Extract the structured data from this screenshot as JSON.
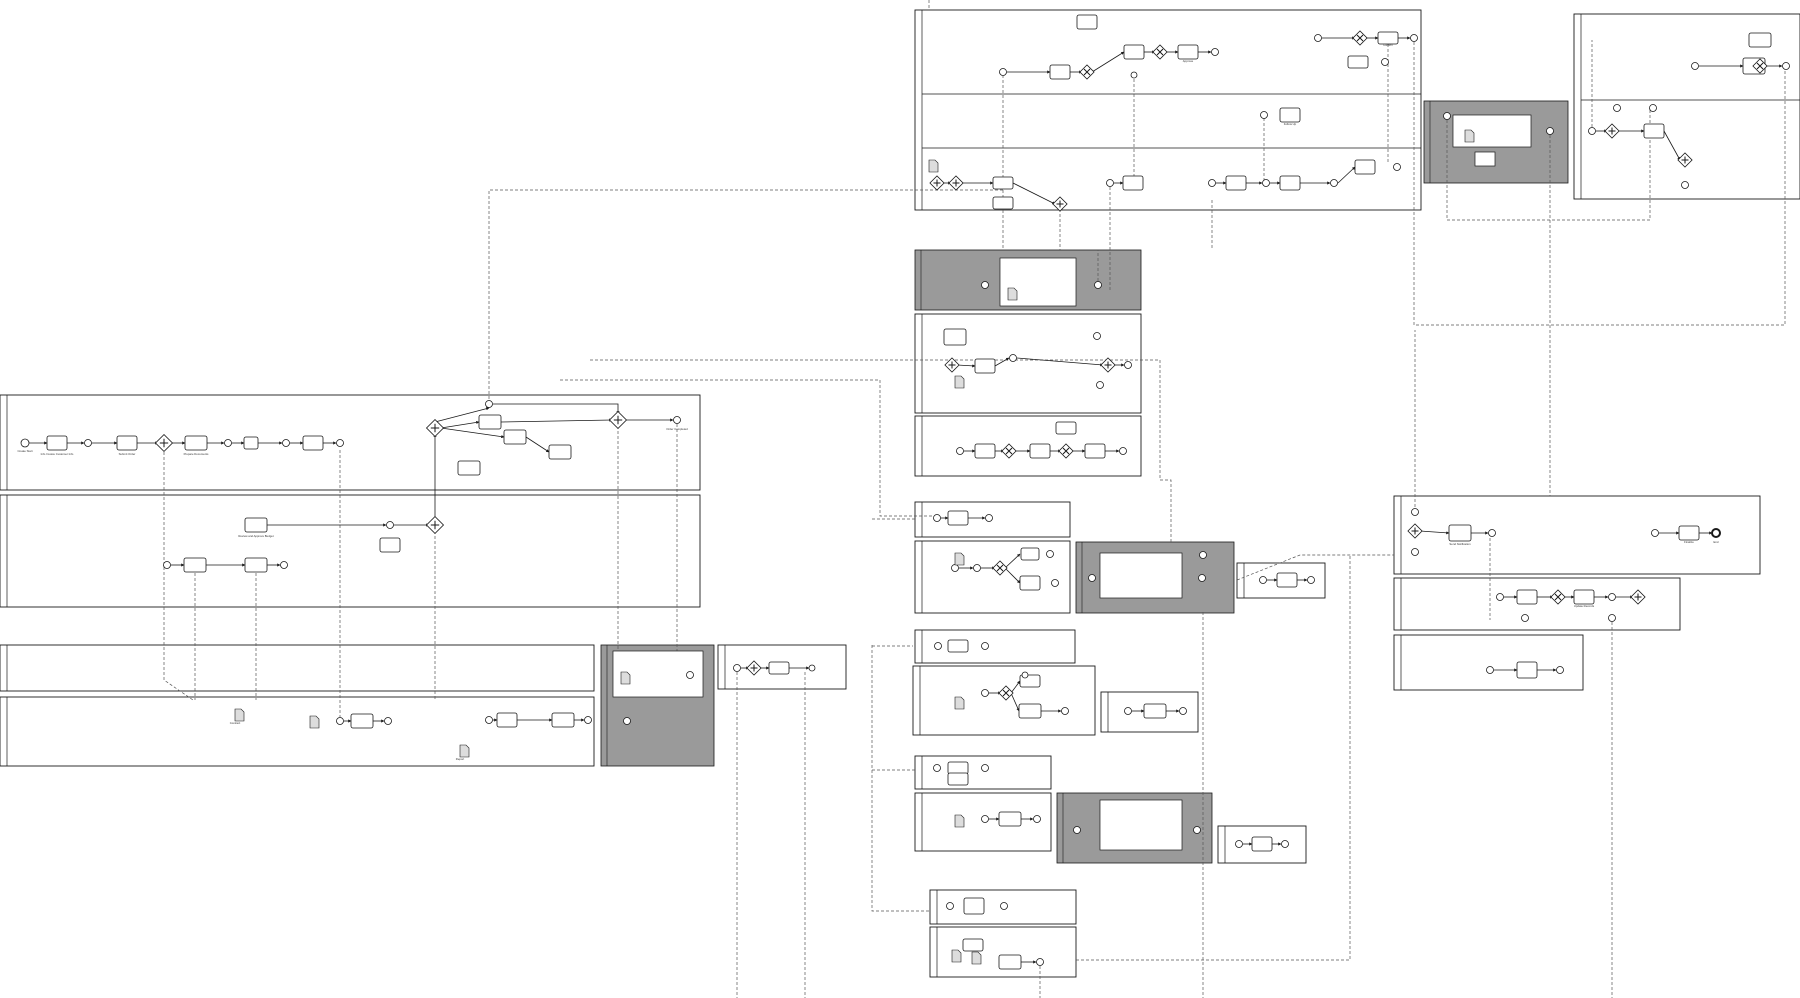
{
  "diagram": {
    "kind": "bpmn-process-map",
    "colors": {
      "stroke": "#1a1a1a",
      "message_flow": "#555555",
      "collapsed_pool_fill": "#9a9a9a",
      "background": "#ffffff"
    },
    "labels": {
      "start": "Create Start",
      "invoice_received": "Info Invoice Customer Info",
      "submit_order": "Submit Order",
      "prepare_docs": "Prepare Documents",
      "review_budget": "Review and Approve Budget",
      "approve": "Approve",
      "confirm": "Confirm",
      "follow_up": "Follow Up",
      "order_completed": "Order Completed",
      "send_notification": "Send Notification",
      "update_records": "Update Records",
      "finalize": "Finalize",
      "contract": "Contract",
      "report": "Report",
      "end": "End"
    },
    "icons": [
      "document-icon",
      "gateway-icon",
      "start-event-icon",
      "end-event-icon"
    ]
  }
}
